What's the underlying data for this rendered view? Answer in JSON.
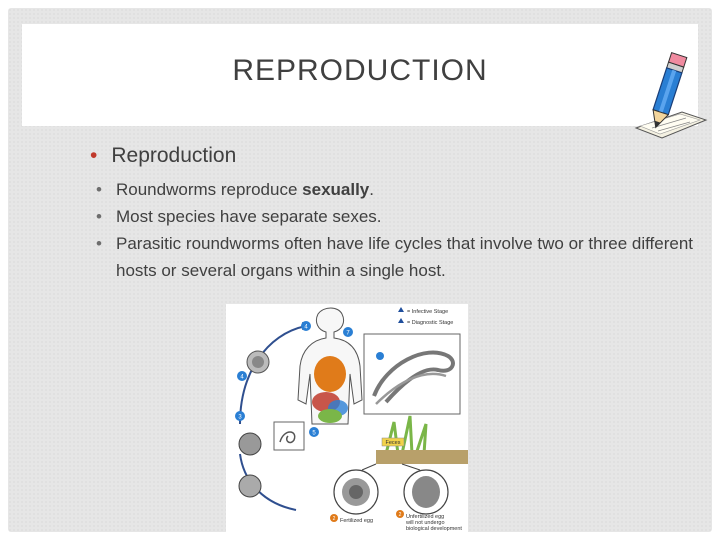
{
  "slide": {
    "title": "REPRODUCTION",
    "heading": "Reproduction",
    "bullets": [
      {
        "pre": "Roundworms reproduce ",
        "bold": "sexually",
        "post": "."
      },
      {
        "pre": "Most species have separate sexes.",
        "bold": "",
        "post": ""
      },
      {
        "pre": "Parasitic roundworms often have life cycles that involve two or three different hosts or several organs within a single host.",
        "bold": "",
        "post": ""
      }
    ],
    "bullet_glyph": "•",
    "icons": [
      "pencil-paper-icon"
    ]
  },
  "diagram": {
    "legend": [
      "= Infective Stage",
      "= Diagnostic Stage"
    ],
    "label_feces": "Feces",
    "label_fertilized": "Fertilized egg",
    "label_unfertilized_1": "Unfertilized egg",
    "label_unfertilized_2": "will not undergo",
    "label_unfertilized_3": "biological development",
    "steps": [
      "1",
      "2",
      "3",
      "4",
      "5",
      "6",
      "7"
    ],
    "colors": {
      "blue": "#1f4e9c",
      "orange": "#e07b1a",
      "green": "#7ab648",
      "red": "#c0392b"
    }
  }
}
